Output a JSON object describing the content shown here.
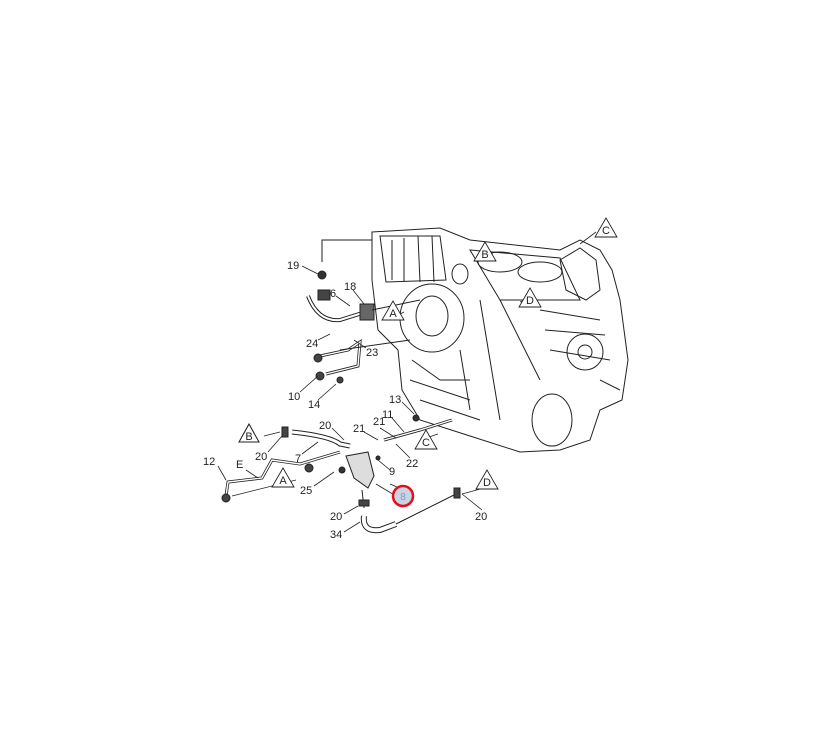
{
  "diagram": {
    "callouts": [
      {
        "id": "c19",
        "text": "19"
      },
      {
        "id": "c6",
        "text": "6"
      },
      {
        "id": "c18",
        "text": "18"
      },
      {
        "id": "c24",
        "text": "24"
      },
      {
        "id": "c23",
        "text": "23"
      },
      {
        "id": "c10",
        "text": "10"
      },
      {
        "id": "c14",
        "text": "14"
      },
      {
        "id": "c13",
        "text": "13"
      },
      {
        "id": "c11",
        "text": "11"
      },
      {
        "id": "c21a",
        "text": "21"
      },
      {
        "id": "c21b",
        "text": "21"
      },
      {
        "id": "c20a",
        "text": "20"
      },
      {
        "id": "c22",
        "text": "22"
      },
      {
        "id": "c7",
        "text": "7"
      },
      {
        "id": "c20b",
        "text": "20"
      },
      {
        "id": "c12",
        "text": "12"
      },
      {
        "id": "cE",
        "text": "E"
      },
      {
        "id": "c9",
        "text": "9"
      },
      {
        "id": "c25",
        "text": "25"
      },
      {
        "id": "c20c",
        "text": "20"
      },
      {
        "id": "c34",
        "text": "34"
      },
      {
        "id": "c20d",
        "text": "20"
      }
    ],
    "highlighted_callout": {
      "text": "8",
      "ring_color": "#e0101a",
      "fill_color": "#c9d3e6"
    },
    "reference_triangles": [
      "A",
      "B",
      "C",
      "D",
      "B",
      "A",
      "C",
      "D"
    ]
  }
}
